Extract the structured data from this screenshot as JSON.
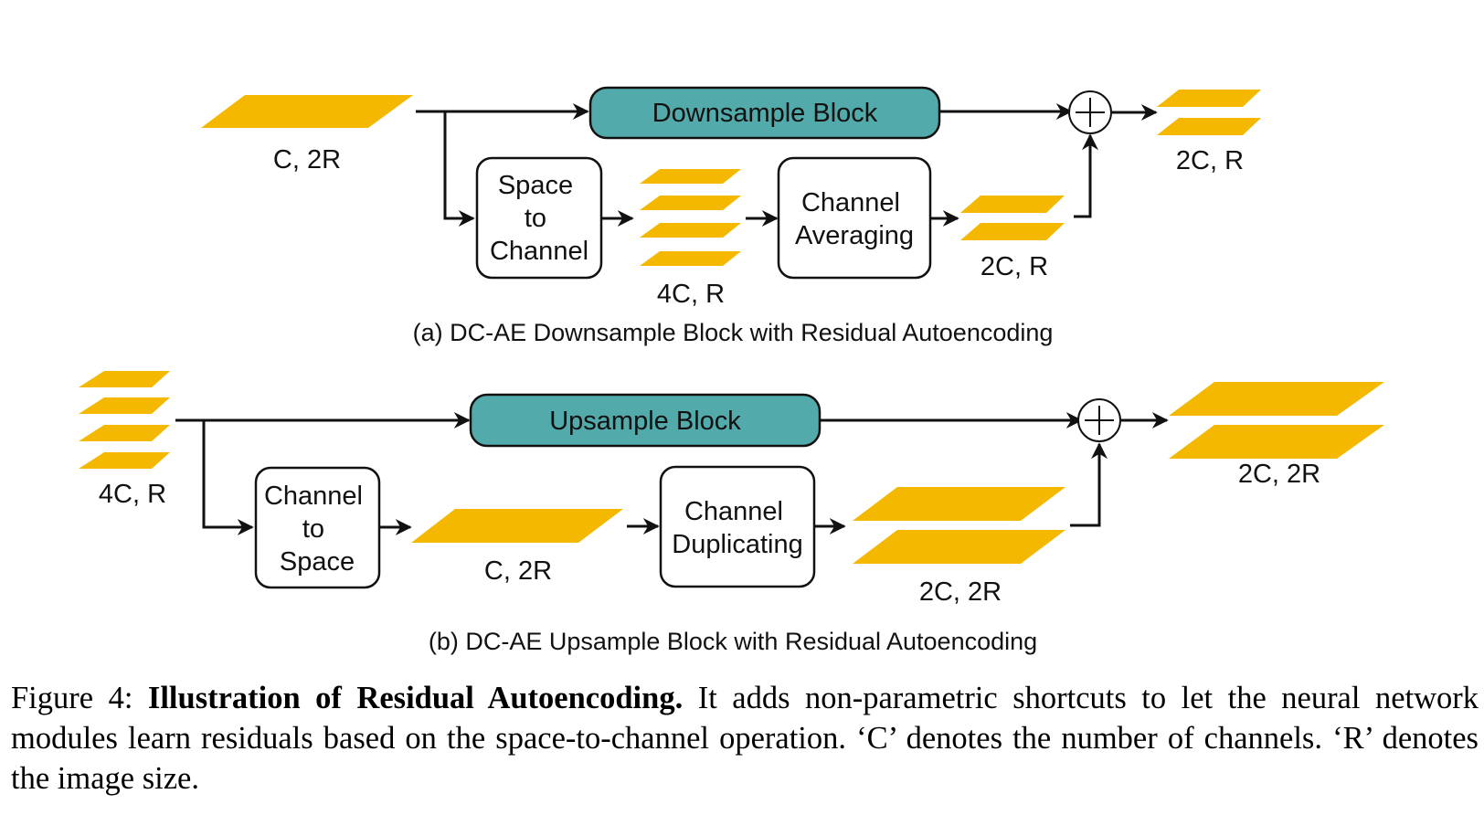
{
  "colors": {
    "layer": "#F5B800",
    "block": "#52AAAA",
    "line": "#111111"
  },
  "panel_a": {
    "main_block": "Downsample Block",
    "input_label": "C, 2R",
    "op1_lines": [
      "Space",
      "to",
      "Channel"
    ],
    "mid_label": "4C, R",
    "op2_lines": [
      "Channel",
      "Averaging"
    ],
    "shortcut_label": "2C, R",
    "output_label": "2C, R",
    "add_icon": "circled-plus",
    "subcaption": "(a) DC-AE Downsample Block with Residual Autoencoding"
  },
  "panel_b": {
    "main_block": "Upsample Block",
    "input_label": "4C, R",
    "op1_lines": [
      "Channel",
      "to",
      "Space"
    ],
    "mid_label": "C, 2R",
    "op2_lines": [
      "Channel",
      "Duplicating"
    ],
    "shortcut_label": "2C, 2R",
    "output_label": "2C, 2R",
    "add_icon": "circled-plus",
    "subcaption": "(b) DC-AE Upsample Block with Residual Autoencoding"
  },
  "caption": {
    "prefix": "Figure 4: ",
    "bold": "Illustration of Residual Autoencoding.",
    "body": " It adds non-parametric shortcuts to let the neural network modules learn residuals based on the space-to-channel operation. ‘C’ denotes the number of channels. ‘R’ denotes the image size."
  }
}
